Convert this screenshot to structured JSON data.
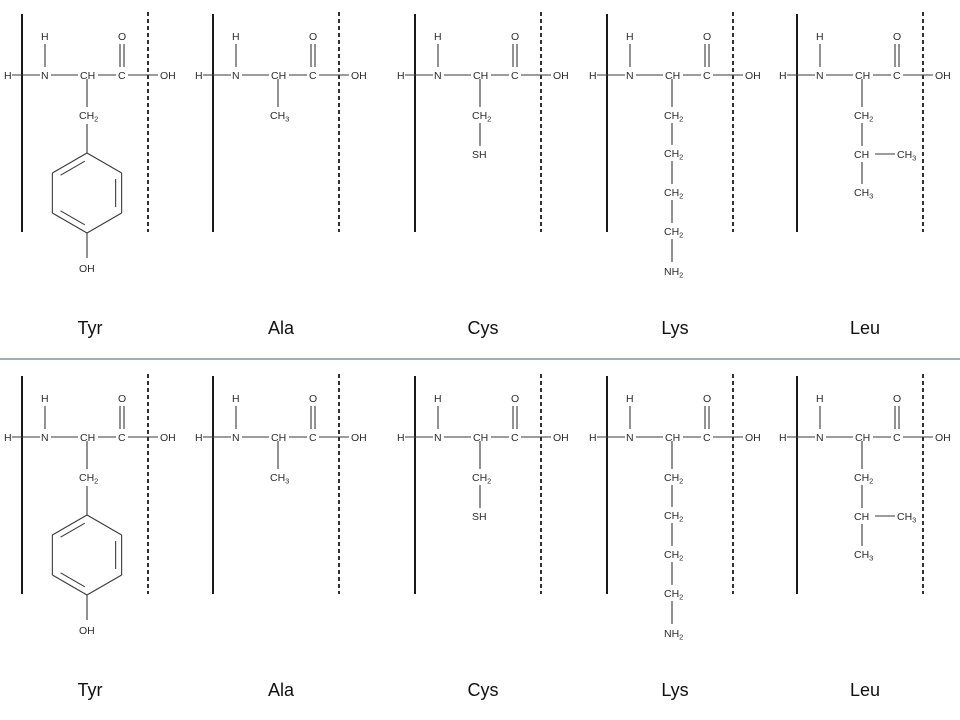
{
  "atoms": {
    "H": "H",
    "N": "N",
    "CH": "CH",
    "C": "C",
    "O": "O",
    "OH": "OH",
    "CH2": "CH2",
    "CH3": "CH3",
    "SH": "SH",
    "NH2": "NH2"
  },
  "rows": [
    {
      "amino_acids": [
        {
          "id": "tyr",
          "label": "Tyr"
        },
        {
          "id": "ala",
          "label": "Ala"
        },
        {
          "id": "cys",
          "label": "Cys"
        },
        {
          "id": "lys",
          "label": "Lys"
        },
        {
          "id": "leu",
          "label": "Leu"
        }
      ]
    },
    {
      "amino_acids": [
        {
          "id": "tyr",
          "label": "Tyr"
        },
        {
          "id": "ala",
          "label": "Ala"
        },
        {
          "id": "cys",
          "label": "Cys"
        },
        {
          "id": "lys",
          "label": "Lys"
        },
        {
          "id": "leu",
          "label": "Leu"
        }
      ]
    }
  ],
  "colors": {
    "divider": "#5b7f95",
    "ink": "#2b2b2b"
  }
}
